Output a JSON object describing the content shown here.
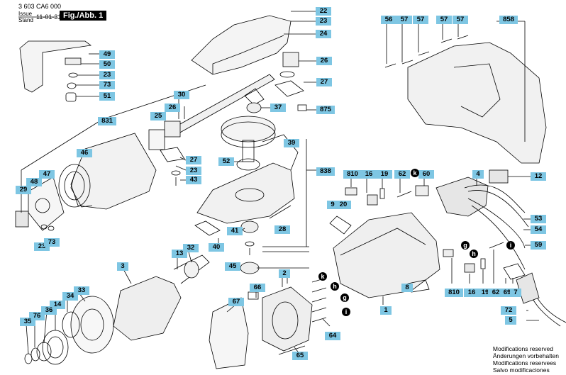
{
  "header": {
    "doc_number": "3 603 CA6 000",
    "issue_label": "Issue",
    "stand_label": "Stand",
    "date": "11-01-31",
    "fig_label": "Fig./Abb. 1"
  },
  "footer": {
    "lines": [
      "Modifications reserved",
      "Änderungen vorbehalten",
      "Modifications reservees",
      "Salvo modificaciones"
    ]
  },
  "colors": {
    "label_bg": "#7ec6e3",
    "line": "#000000",
    "circle_fill": "#000000"
  },
  "labels": [
    {
      "id": "l22",
      "text": "22"
    },
    {
      "id": "l23a",
      "text": "23"
    },
    {
      "id": "l24",
      "text": "24"
    },
    {
      "id": "l49",
      "text": "49"
    },
    {
      "id": "l50",
      "text": "50"
    },
    {
      "id": "l23b",
      "text": "23"
    },
    {
      "id": "l73a",
      "text": "73"
    },
    {
      "id": "l51",
      "text": "51"
    },
    {
      "id": "l26a",
      "text": "26"
    },
    {
      "id": "l27a",
      "text": "27"
    },
    {
      "id": "l30",
      "text": "30"
    },
    {
      "id": "l26b",
      "text": "26"
    },
    {
      "id": "l25",
      "text": "25"
    },
    {
      "id": "l37",
      "text": "37"
    },
    {
      "id": "l875",
      "text": "875"
    },
    {
      "id": "l831",
      "text": "831"
    },
    {
      "id": "l46",
      "text": "46"
    },
    {
      "id": "l27b",
      "text": "27"
    },
    {
      "id": "l23c",
      "text": "23"
    },
    {
      "id": "l43",
      "text": "43"
    },
    {
      "id": "l39",
      "text": "39"
    },
    {
      "id": "l52",
      "text": "52"
    },
    {
      "id": "l838",
      "text": "838"
    },
    {
      "id": "l48",
      "text": "48"
    },
    {
      "id": "l47",
      "text": "47"
    },
    {
      "id": "l29",
      "text": "29"
    },
    {
      "id": "l23d",
      "text": "23"
    },
    {
      "id": "l73b",
      "text": "73"
    },
    {
      "id": "l28",
      "text": "28"
    },
    {
      "id": "l41",
      "text": "41"
    },
    {
      "id": "l40",
      "text": "40"
    },
    {
      "id": "l45",
      "text": "45"
    },
    {
      "id": "l13",
      "text": "13"
    },
    {
      "id": "l32",
      "text": "32"
    },
    {
      "id": "l3",
      "text": "3"
    },
    {
      "id": "l2",
      "text": "2"
    },
    {
      "id": "l66",
      "text": "66"
    },
    {
      "id": "l67",
      "text": "67"
    },
    {
      "id": "l33",
      "text": "33"
    },
    {
      "id": "l34",
      "text": "34"
    },
    {
      "id": "l14",
      "text": "14"
    },
    {
      "id": "l36",
      "text": "36"
    },
    {
      "id": "l76",
      "text": "76"
    },
    {
      "id": "l35",
      "text": "35"
    },
    {
      "id": "l65",
      "text": "65"
    },
    {
      "id": "l64",
      "text": "64"
    },
    {
      "id": "l56",
      "text": "56"
    },
    {
      "id": "l57a",
      "text": "57"
    },
    {
      "id": "l57b",
      "text": "57"
    },
    {
      "id": "l57c",
      "text": "57"
    },
    {
      "id": "l57d",
      "text": "57"
    },
    {
      "id": "l858",
      "text": "858"
    },
    {
      "id": "l810a",
      "text": "810"
    },
    {
      "id": "l16a",
      "text": "16"
    },
    {
      "id": "l19a",
      "text": "19"
    },
    {
      "id": "l62a",
      "text": "62"
    },
    {
      "id": "l60",
      "text": "60"
    },
    {
      "id": "l4",
      "text": "4"
    },
    {
      "id": "l12",
      "text": "12"
    },
    {
      "id": "l9",
      "text": "9"
    },
    {
      "id": "l20",
      "text": "20"
    },
    {
      "id": "l53",
      "text": "53"
    },
    {
      "id": "l54",
      "text": "54"
    },
    {
      "id": "l59",
      "text": "59"
    },
    {
      "id": "l8",
      "text": "8"
    },
    {
      "id": "l1",
      "text": "1"
    },
    {
      "id": "l810b",
      "text": "810"
    },
    {
      "id": "l16b",
      "text": "16"
    },
    {
      "id": "l19b",
      "text": "19"
    },
    {
      "id": "l62b",
      "text": "62"
    },
    {
      "id": "l69",
      "text": "69"
    },
    {
      "id": "l7",
      "text": "7"
    },
    {
      "id": "l72",
      "text": "72"
    },
    {
      "id": "l5",
      "text": "5"
    }
  ],
  "markers": [
    {
      "id": "k1",
      "text": "k"
    },
    {
      "id": "h1",
      "text": "h"
    },
    {
      "id": "g1",
      "text": "g"
    },
    {
      "id": "i1",
      "text": "i"
    },
    {
      "id": "k2",
      "text": "k"
    },
    {
      "id": "g2",
      "text": "g"
    },
    {
      "id": "h2",
      "text": "h"
    },
    {
      "id": "i2",
      "text": "i"
    }
  ]
}
